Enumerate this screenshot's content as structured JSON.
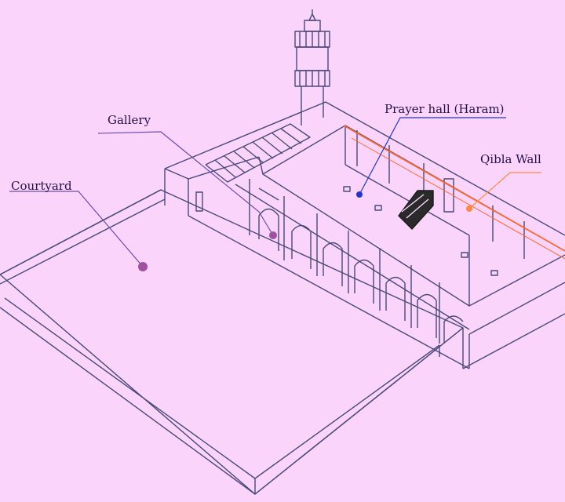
{
  "colors": {
    "background": "#fbd4fb",
    "line": "#4a4a78",
    "leader": "#6b4ea8",
    "prayer_hall_marker": "#2233cc",
    "qibla_marker": "#ff8a3d",
    "qibla_wall": "#ff6a2a",
    "courtyard_marker": "#a050a0"
  },
  "labels": {
    "gallery": "Gallery",
    "courtyard": "Courtyard",
    "prayer_hall": "Prayer hall (Haram)",
    "qibla_wall": "Qibla Wall"
  }
}
